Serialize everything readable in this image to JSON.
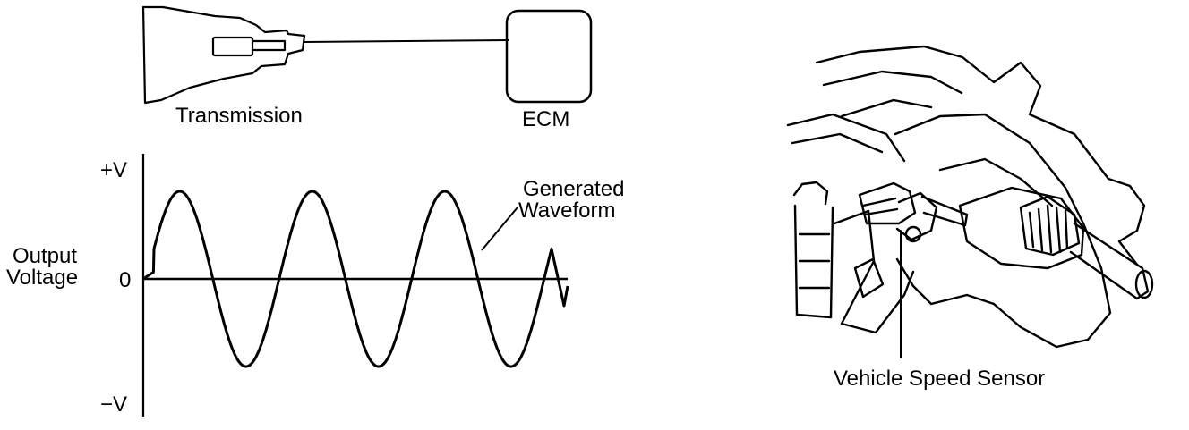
{
  "block_diagram": {
    "transmission_label": "Transmission",
    "ecm_label": "ECM"
  },
  "waveform": {
    "y_top_label": "+V",
    "y_zero_label": "0",
    "y_bottom_label": "−V",
    "y_axis_label_line1": "Output",
    "y_axis_label_line2": "Voltage",
    "annotation_line1": "Generated",
    "annotation_line2": "Waveform",
    "cycles": 3
  },
  "illustration": {
    "sensor_label": "Vehicle Speed Sensor"
  }
}
